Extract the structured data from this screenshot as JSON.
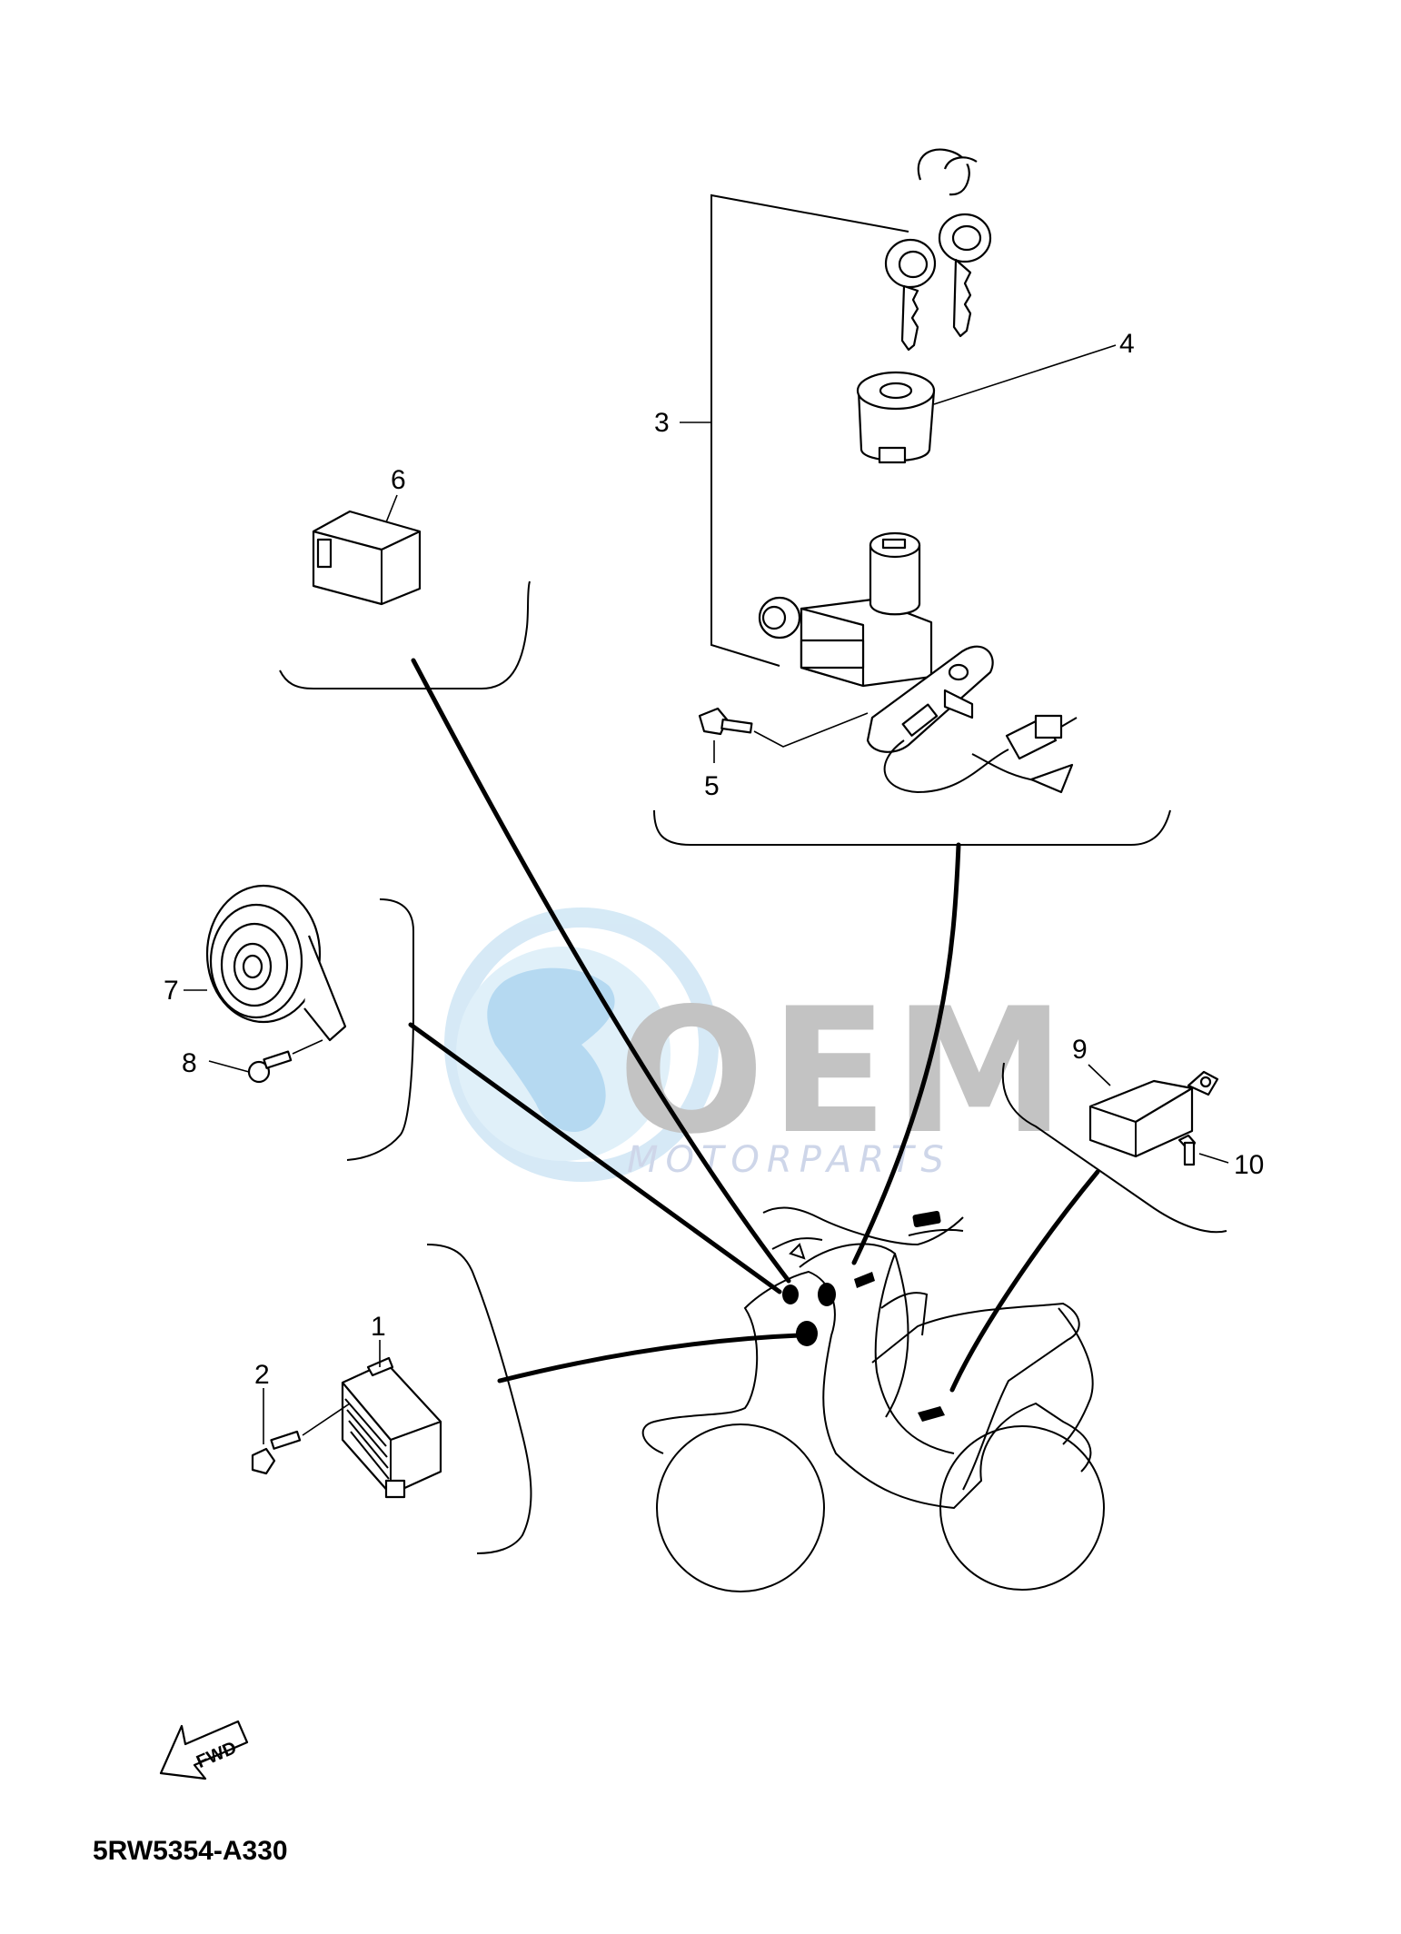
{
  "callouts": {
    "c1": "1",
    "c2": "2",
    "c3": "3",
    "c4": "4",
    "c5": "5",
    "c6": "6",
    "c7": "7",
    "c8": "8",
    "c9": "9",
    "c10": "10"
  },
  "fwd_label": "FWD",
  "diagram_code": "5RW5354-A330",
  "watermark": {
    "brand": "OEM",
    "sub": "MOTORPARTS",
    "globe_color": "#1e90d6",
    "text_color": "#b9b9b9",
    "sub_color": "#c6cfe6"
  }
}
